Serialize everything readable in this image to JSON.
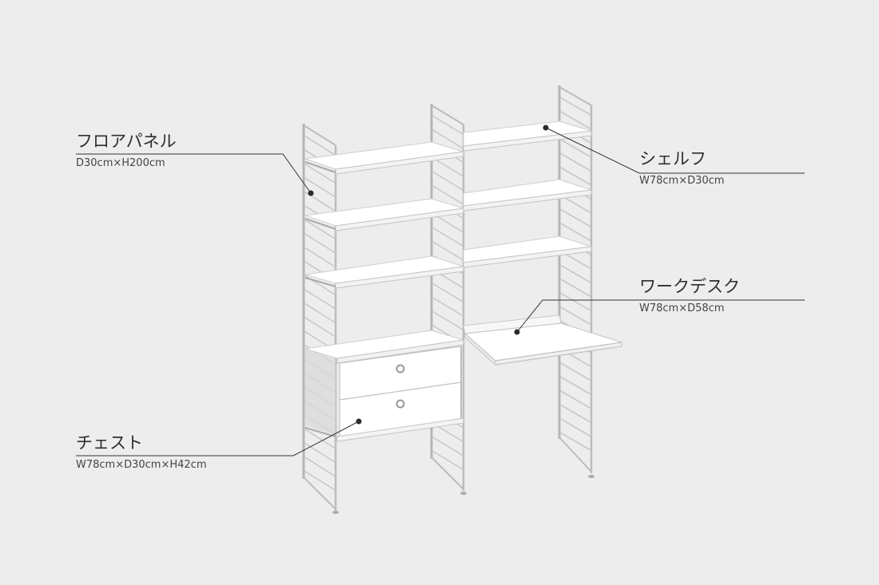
{
  "background": "#ededed",
  "colors": {
    "frame": "#b9b9b9",
    "shelf_face": "#ffffff",
    "shelf_edge": "#c4c4c4",
    "leader_line": "#333333",
    "dot": "#2b2b2b",
    "text": "#333333"
  },
  "labels": {
    "floor_panel": {
      "title": "フロアパネル",
      "spec": "D30cm×H200cm"
    },
    "shelf": {
      "title": "シェルフ",
      "spec": "W78cm×D30cm"
    },
    "work_desk": {
      "title": "ワークデスク",
      "spec": "W78cm×D58cm"
    },
    "chest": {
      "title": "チェスト",
      "spec": "W78cm×D30cm×H42cm"
    }
  },
  "illustration": {
    "subject": "wall-less floor shelving system",
    "panels_count": 3,
    "components": [
      "floor-panel",
      "shelf",
      "work-desk",
      "chest"
    ],
    "chest_drawers": 2
  }
}
